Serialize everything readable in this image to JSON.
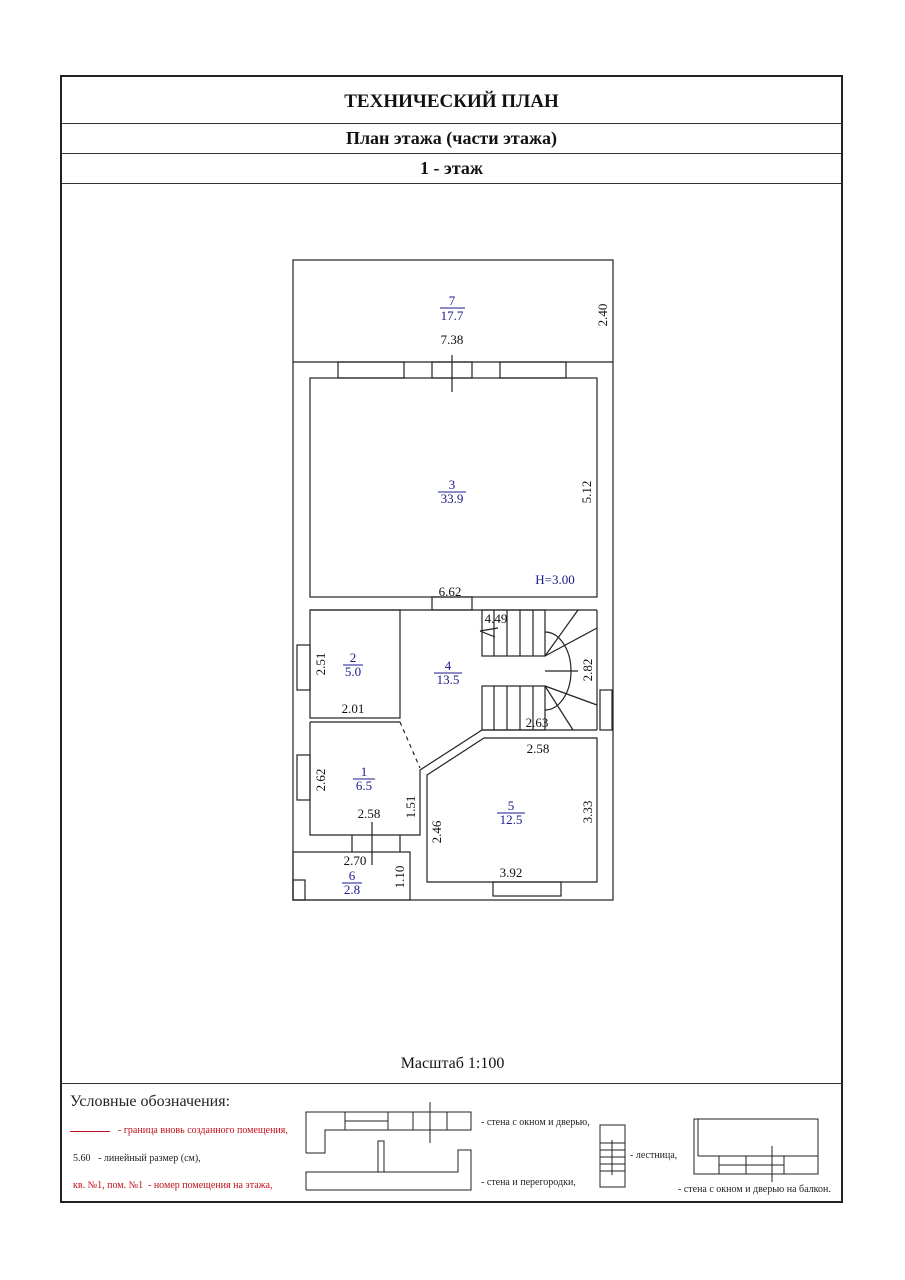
{
  "header": {
    "title": "ТЕХНИЧЕСКИЙ ПЛАН",
    "subtitle": "План этажа (части этажа)",
    "floor": "1 - этаж"
  },
  "rooms": [
    {
      "num": "7",
      "area": "17.7"
    },
    {
      "num": "3",
      "area": "33.9"
    },
    {
      "num": "2",
      "area": "5.0"
    },
    {
      "num": "4",
      "area": "13.5"
    },
    {
      "num": "1",
      "area": "6.5"
    },
    {
      "num": "5",
      "area": "12.5"
    },
    {
      "num": "6",
      "area": "2.8"
    }
  ],
  "dims": {
    "d240": "2.40",
    "d738": "7.38",
    "d512": "5.12",
    "d662": "6.62",
    "d449": "4.49",
    "d282": "2.82",
    "d263": "2.63",
    "d251": "2.51",
    "d201": "2.01",
    "d258a": "2.58",
    "d262": "2.62",
    "d151": "1.51",
    "d258b": "2.58",
    "d246": "2.46",
    "d333": "3.33",
    "d392": "3.92",
    "d270": "2.70",
    "d110": "1.10"
  },
  "height_label": "H=3.00",
  "scale": "Масштаб 1:100",
  "legend": {
    "title": "Условные обозначения:",
    "boundary": "- граница вновь созданного помещения,",
    "linear_sample": "5.60",
    "linear": "- линейный размер (см),",
    "room_sample": "кв. №1, пом. №1",
    "room": "- номер помещения на этажа,",
    "wall_window": "- стена с окном и дверью,",
    "wall_partition": "- стена и перегородки,",
    "stairs": "- лестница,",
    "balcony": "- стена с окном и дверью на балкон."
  },
  "colors": {
    "room_label": "#1a1a8c",
    "legend_red": "#c0101a"
  }
}
